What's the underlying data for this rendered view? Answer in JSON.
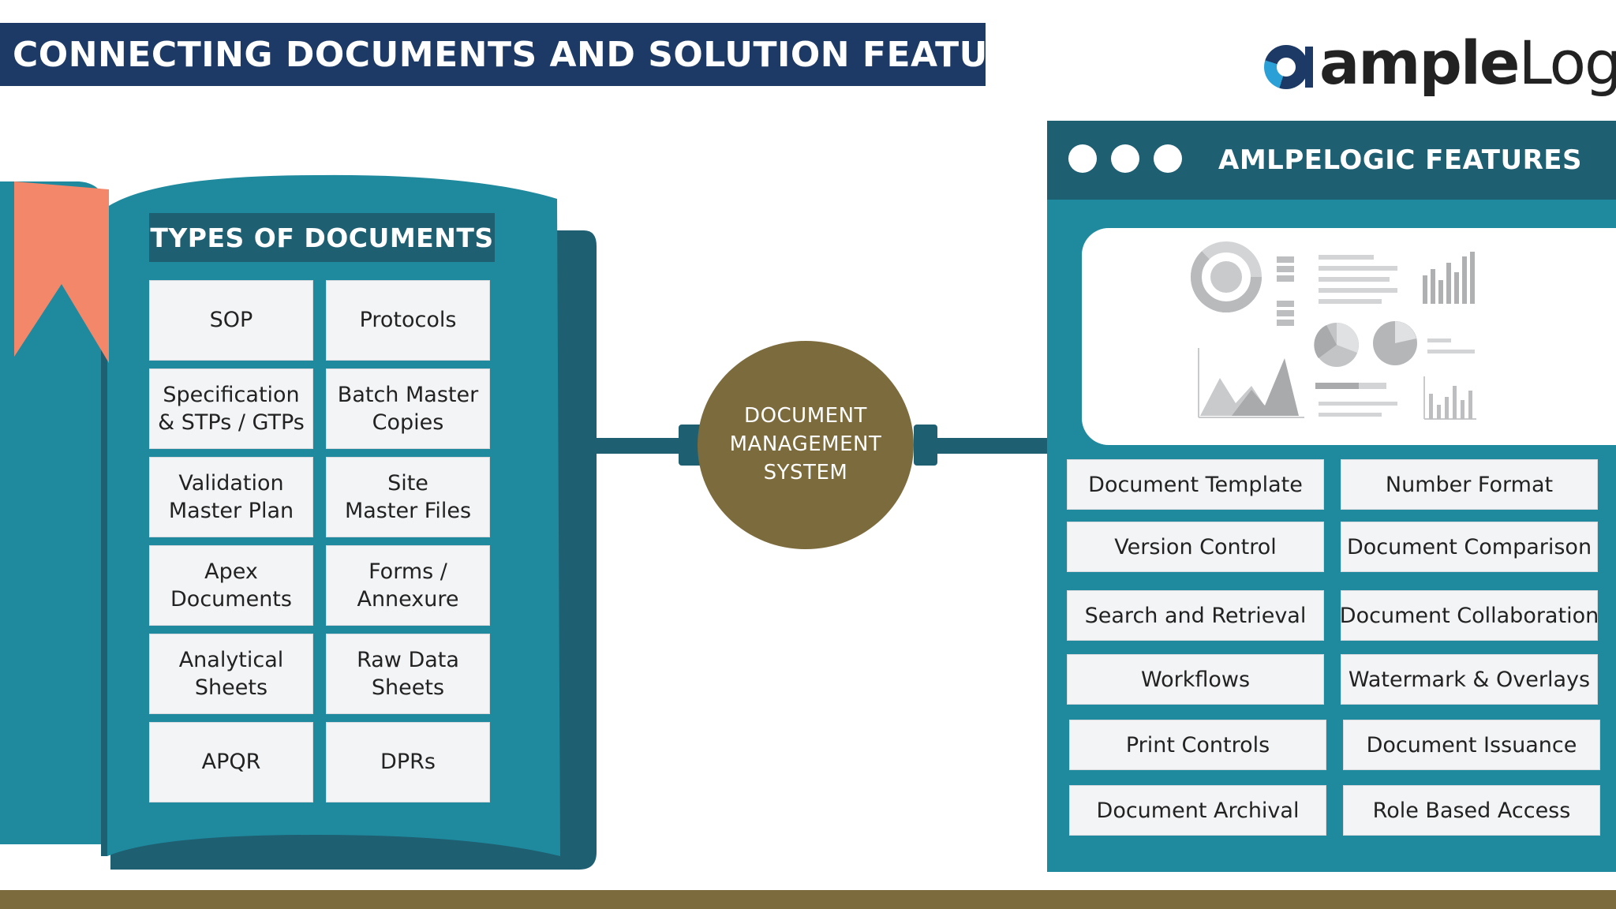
{
  "header": {
    "title": "CONNECTING DOCUMENTS AND SOLUTION FEATURES"
  },
  "logo": {
    "part1": "ample",
    "part2": "Logic"
  },
  "colors": {
    "navy": "#1d3a66",
    "teal_dark": "#1e5f72",
    "teal": "#1f8a9e",
    "olive": "#7c6b3d",
    "bookmark": "#f2876a"
  },
  "book": {
    "header": "TYPES OF DOCUMENTS",
    "documents": [
      "SOP",
      "Protocols",
      "Specification\n& STPs / GTPs",
      "Batch Master\nCopies",
      "Validation\nMaster Plan",
      "Site\nMaster Files",
      "Apex\nDocuments",
      "Forms /\nAnnexure",
      "Analytical\nSheets",
      "Raw Data\nSheets",
      "APQR",
      "DPRs"
    ]
  },
  "center": {
    "label": "DOCUMENT\nMANAGEMENT\nSYSTEM"
  },
  "panel": {
    "title": "AMLPELOGIC FEATURES",
    "features": [
      "Document Template",
      "Number Format",
      "Version Control",
      "Document Comparison",
      "Search and Retrieval",
      "Document Collaboration",
      "Workflows",
      "Watermark & Overlays",
      "Print Controls",
      "Document Issuance",
      "Document Archival",
      "Role Based Access"
    ]
  }
}
